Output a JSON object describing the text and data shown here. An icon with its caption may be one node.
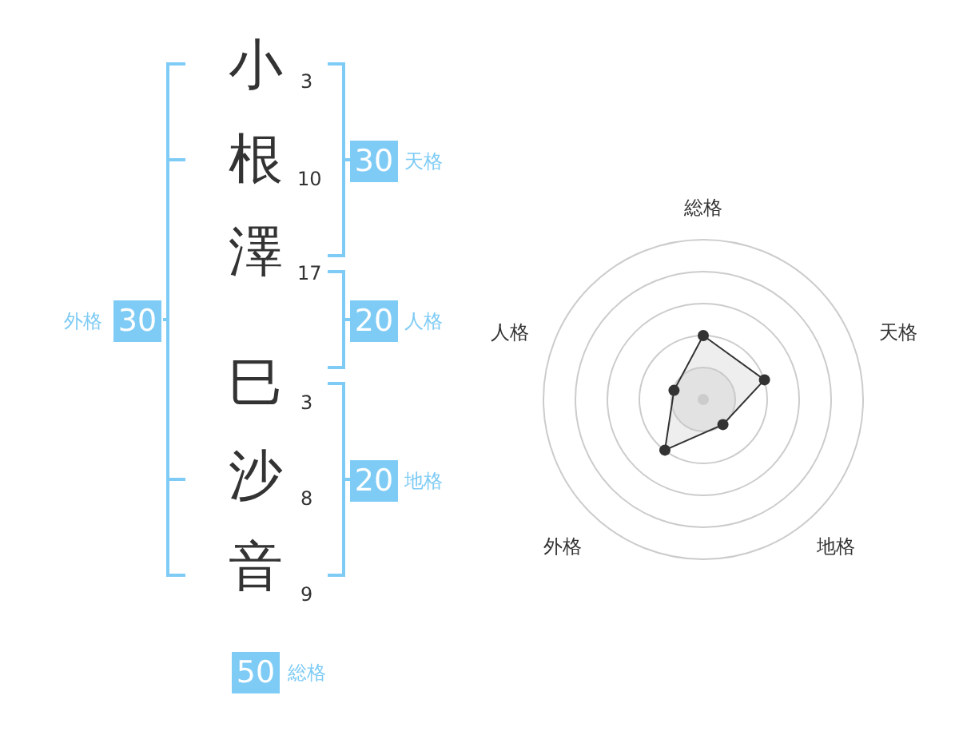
{
  "diagram": {
    "nodes": [
      {
        "text": [
          "30"
        ],
        "beside": [
          "天格"
        ]
      },
      {
        "text": [
          "30"
        ],
        "beside": [
          "外格"
        ]
      },
      {
        "text": [
          "20"
        ],
        "beside": [
          "人格"
        ]
      },
      {
        "text": [
          "20"
        ],
        "beside": [
          "地格"
        ]
      },
      {
        "text": [
          "50"
        ],
        "beside": [
          "総格"
        ]
      }
    ],
    "labels": [
      "小",
      "3",
      "根",
      "10",
      "澤",
      "17",
      "巳",
      "3",
      "沙",
      "8",
      "音",
      "9",
      "総格",
      "人格",
      "天格",
      "外格",
      "地格"
    ]
  }
}
